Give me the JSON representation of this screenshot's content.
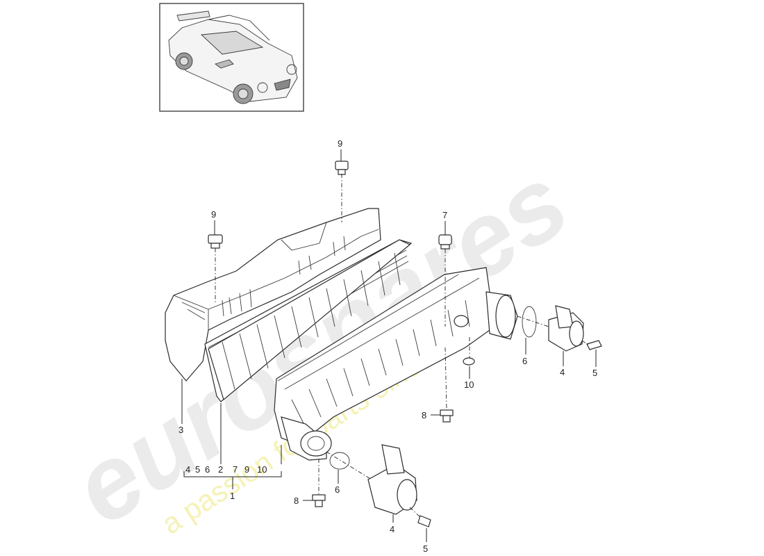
{
  "watermark": {
    "brand": "eurospares",
    "tagline": "a passion for parts since 1985"
  },
  "callouts": {
    "c9_top": "9",
    "c9_left": "9",
    "c7": "7",
    "c3": "3",
    "c6_right": "6",
    "c4_right": "4",
    "c5_right": "5",
    "c10_right": "10",
    "c8_right": "8",
    "c6_bottom": "6",
    "c8_bottom": "8",
    "c4_bottom": "4",
    "c5_bottom": "5",
    "c1": "1",
    "group": [
      "4",
      "5",
      "6",
      "2",
      "7",
      "9",
      "10"
    ]
  }
}
